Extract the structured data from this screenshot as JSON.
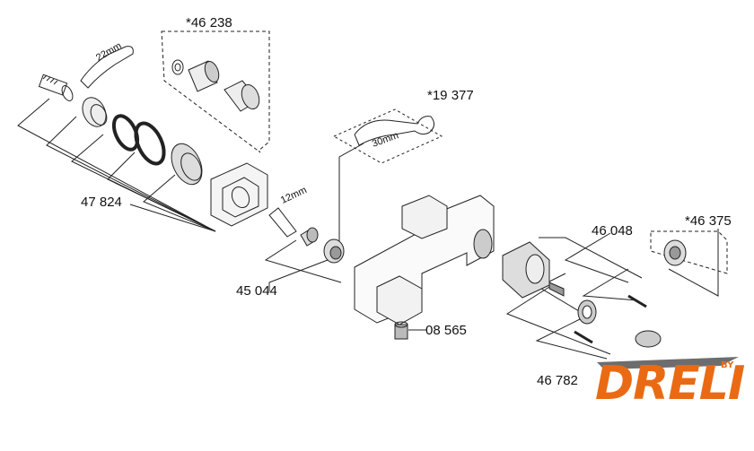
{
  "labels": {
    "part_46238": "*46 238",
    "part_19377": "*19 377",
    "part_46375": "*46 375",
    "part_46048": "46 048",
    "part_47824": "47 824",
    "part_45044": "45 044",
    "part_08565": "08 565",
    "part_46782": "46 782",
    "wrench_22": "22mm",
    "wrench_30": "30mm",
    "hex_key_12": "12mm"
  },
  "brand": {
    "logo_text": "DRELI",
    "logo_by": "BY",
    "accent_color": "#ea6a14"
  }
}
